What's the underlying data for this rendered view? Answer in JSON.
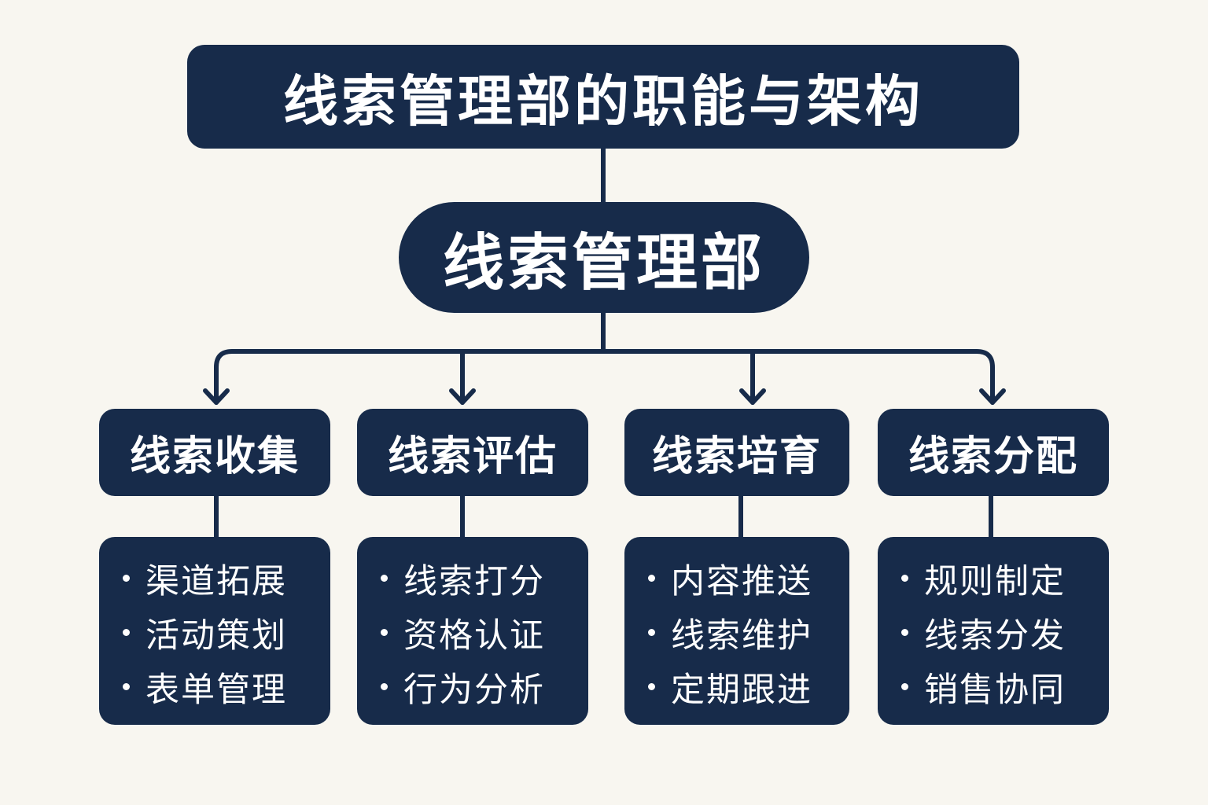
{
  "title": "线索管理部的职能与架构",
  "department": "线索管理部",
  "colors": {
    "box": "#172b4a",
    "background": "#f8f6f0",
    "text": "#ffffff"
  },
  "functions": [
    {
      "name": "线索收集",
      "items": [
        "渠道拓展",
        "活动策划",
        "表单管理"
      ]
    },
    {
      "name": "线索评估",
      "items": [
        "线索打分",
        "资格认证",
        "行为分析"
      ]
    },
    {
      "name": "线索培育",
      "items": [
        "内容推送",
        "线索维护",
        "定期跟进"
      ]
    },
    {
      "name": "线索分配",
      "items": [
        "规则制定",
        "线索分发",
        "销售协同"
      ]
    }
  ]
}
